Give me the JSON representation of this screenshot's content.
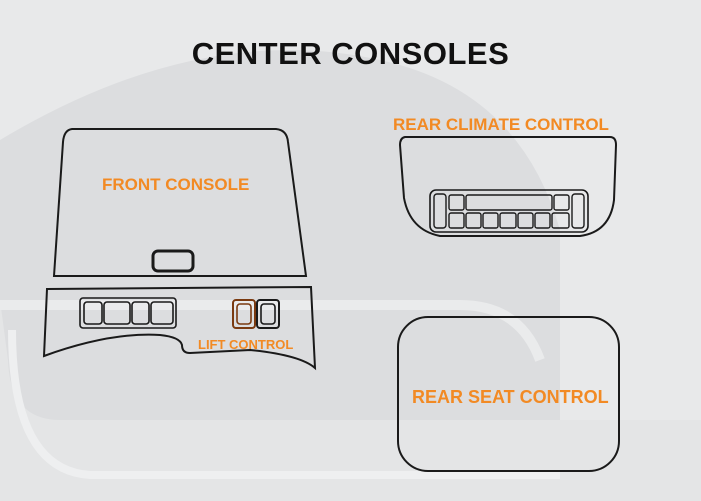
{
  "title": "CENTER CONSOLES",
  "colors": {
    "background": "#e8e9ea",
    "label": "#f28a24",
    "outline": "#1a1a1a",
    "lift_button": "#7a3a10",
    "watermark": "#dadbdc"
  },
  "labels": {
    "front_console": "FRONT CONSOLE",
    "lift_control": "LIFT CONTROL",
    "rear_climate_control": "REAR CLIMATE CONTROL",
    "rear_seat_control": "REAR SEAT CONTROL"
  }
}
